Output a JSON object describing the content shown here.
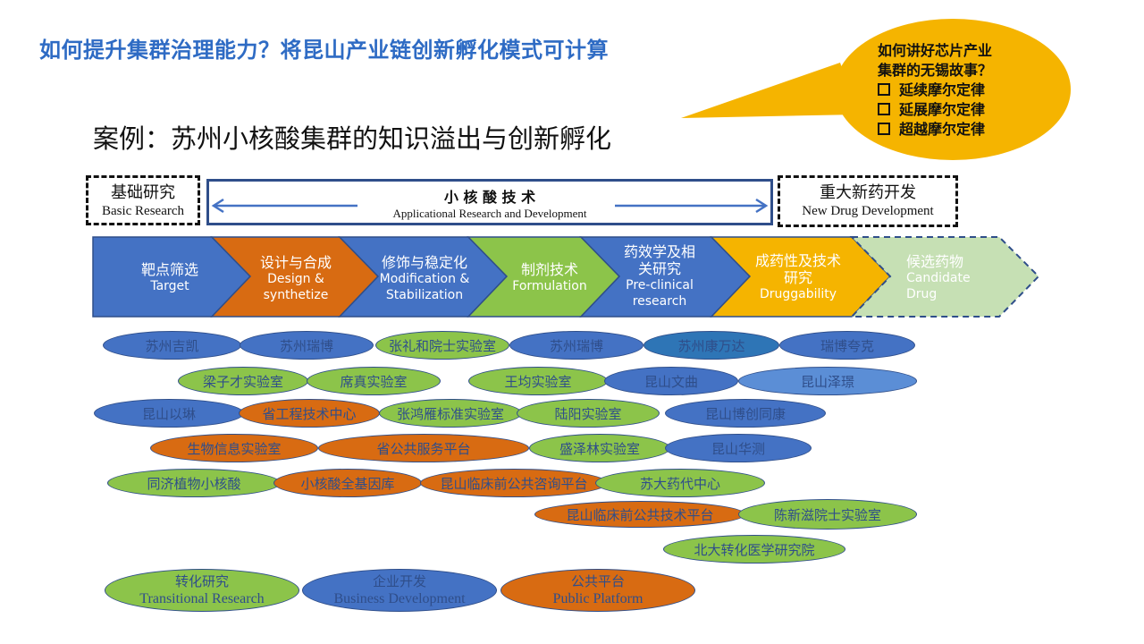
{
  "title": "如何提升集群治理能力？将昆山产业链创新孵化模式可计算",
  "subtitle": "案例：苏州小核酸集群的知识溢出与创新孵化",
  "bubble": {
    "line1": "如何讲好芯片产业",
    "line2": "集群的无锡故事？",
    "items": [
      "延续摩尔定律",
      "延展摩尔定律",
      "超越摩尔定律"
    ]
  },
  "phases": {
    "basic": {
      "cn": "基础研究",
      "en": "Basic Research"
    },
    "tech": {
      "cn": "小  核  酸  技  术",
      "en": "Applicational Research and Development"
    },
    "drug": {
      "cn": "重大新药开发",
      "en": "New Drug Development"
    }
  },
  "stages": [
    {
      "cn": "靶点筛选",
      "en": "Target"
    },
    {
      "cn": "设计与合成",
      "en": "Design & synthetize"
    },
    {
      "cn": "修饰与稳定化",
      "en": "Modification & Stabilization"
    },
    {
      "cn": "制剂技术",
      "en": "Formulation"
    },
    {
      "cn": "药效学及相关研究",
      "en": "Pre-clinical research"
    },
    {
      "cn": "成药性及技术研究",
      "en": "Druggability"
    },
    {
      "cn": "候选药物",
      "en": "Candidate Drug"
    }
  ],
  "nodes": [
    "苏州吉凯",
    "苏州瑞博",
    "张礼和院士实验室",
    "苏州瑞博",
    "苏州康万达",
    "瑞博夸克",
    "梁子才实验室",
    "席真实验室",
    "王均实验室",
    "昆山文曲",
    "昆山泽璟",
    "昆山以琳",
    "省工程技术中心",
    "张鸿雁标准实验室",
    "陆阳实验室",
    "昆山博创同康",
    "生物信息实验室",
    "省公共服务平台",
    "盛泽林实验室",
    "昆山华测",
    "同济植物小核酸",
    "小核酸全基因库",
    "昆山临床前公共咨询平台",
    "苏大药代中心",
    "昆山临床前公共技术平台",
    "陈新滋院士实验室",
    "北大转化医学研究院"
  ],
  "legend": [
    {
      "cn": "转化研究",
      "en": "Transitional Research"
    },
    {
      "cn": "企业开发",
      "en": "Business Development"
    },
    {
      "cn": "公共平台",
      "en": "Public Platform"
    }
  ],
  "colors": {
    "blue": "#4472c4",
    "orange": "#d86b12",
    "green": "#8cc44a",
    "gold": "#f5b400",
    "pale-green": "#c6e0b4",
    "deep-blue": "#2e75b6",
    "title-blue": "#2e6bc4"
  }
}
